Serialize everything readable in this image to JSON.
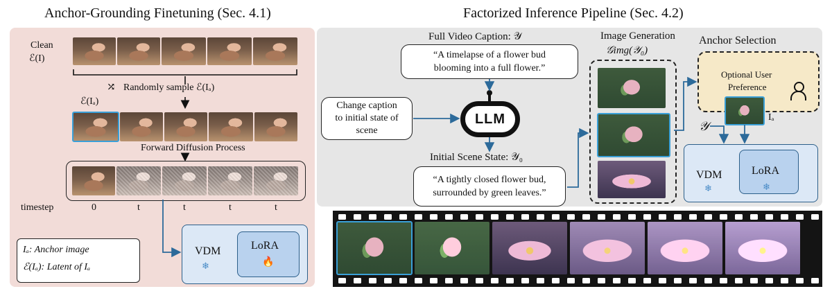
{
  "left": {
    "title": "Anchor-Grounding Finetuning (Sec. 4.1)",
    "clean_label_1": "Clean",
    "clean_label_2": "ℰ(I)",
    "sample_label": "Randomly sample ℰ(Iₐ)",
    "anchor_latent_label": "ℰ(Iₐ)",
    "forward_label": "Forward Diffusion Process",
    "timestep_label": "timestep",
    "timesteps": [
      "0",
      "t",
      "t",
      "t",
      "t"
    ],
    "vdm_label": "VDM",
    "lora_label": "LoRA",
    "legend_line_1": "Iₐ: Anchor image",
    "legend_line_2": "ℰ(Iₐ): Latent of Iₐ"
  },
  "right": {
    "title": "Factorized Inference Pipeline (Sec. 4.2)",
    "full_caption_label": "Full Video Caption: 𝒴",
    "full_caption_text_1": "“A timelapse of a flower bud",
    "full_caption_text_2": "blooming into a full flower.”",
    "change_caption_1": "Change caption",
    "change_caption_2": "to initial state of",
    "change_caption_3": "scene",
    "llm_label": "LLM",
    "initial_state_label": "Initial Scene State: 𝒴₀",
    "initial_text_1": "“A tightly closed flower bud,",
    "initial_text_2": "surrounded by green leaves.”",
    "image_gen_label_1": "Image Generation",
    "image_gen_label_2": "𝒢img(𝒴₀)",
    "anchor_selection_label": "Anchor Selection",
    "user_pref_1": "Optional User",
    "user_pref_2": "Preference",
    "ia_label": "Iₐ",
    "y_label": "𝒴",
    "vdm_label": "VDM",
    "lora_label": "LoRA"
  },
  "icons": {
    "shuffle": "shuffle-icon",
    "snowflake": "snowflake-icon",
    "fire": "fire-icon",
    "robot": "robot-icon",
    "user": "user-icon"
  },
  "colors": {
    "left_panel": "#f2dcd8",
    "right_panel": "#e6e6e6",
    "arrow_blue": "#2c6a9a",
    "highlight": "#3aa0d8",
    "vdm_bg": "#dce8f6",
    "lora_bg": "#b9d2ee",
    "user_pref_bg": "#f6e9c8"
  }
}
